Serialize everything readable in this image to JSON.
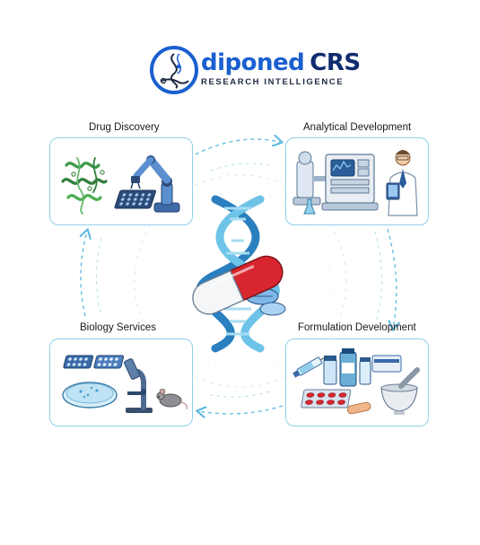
{
  "logo": {
    "brand": "diponed",
    "suffix": "CRS",
    "tagline": "RESEARCH INTELLIGENCE"
  },
  "sections": {
    "drug_discovery": "Drug Discovery",
    "analytical_development": "Analytical Development",
    "biology_services": "Biology Services",
    "formulation_development": "Formulation Development"
  },
  "colors": {
    "panel_border": "#8fd0ea",
    "flow_arrow": "#5bb8e0",
    "brand_blue": "#1a5fd0",
    "brand_navy": "#0f2c6e",
    "capsule_red": "#d7262f"
  },
  "icons": {
    "center": "dna-capsule-icon",
    "drug_discovery": "protein-robot-arm-icon",
    "analytical_development": "lab-instrument-scientist-icon",
    "biology_services": "microscope-petri-mouse-icon",
    "formulation_development": "pills-vials-mortar-icon"
  }
}
